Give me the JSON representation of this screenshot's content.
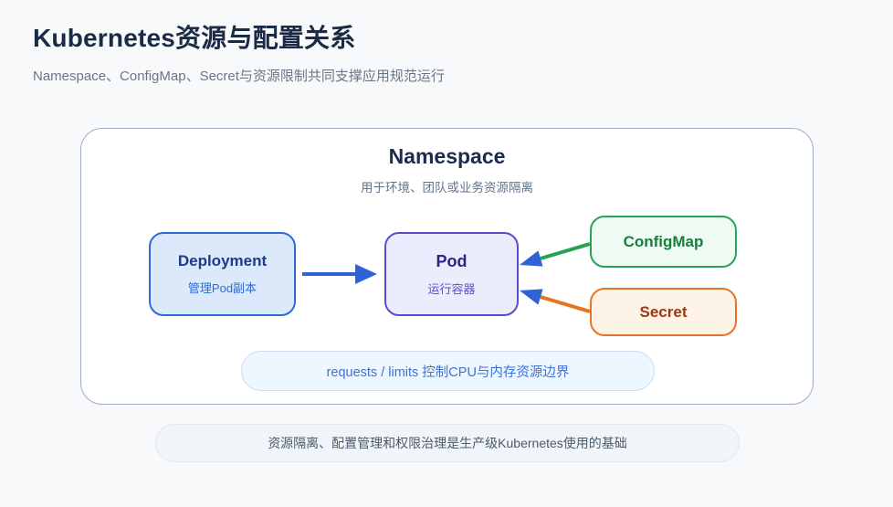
{
  "header": {
    "title": "Kubernetes资源与配置关系",
    "subtitle": "Namespace、ConfigMap、Secret与资源限制共同支撑应用规范运行"
  },
  "namespace": {
    "title": "Namespace",
    "subtitle": "用于环境、团队或业务资源隔离",
    "limits_note": "requests / limits 控制CPU与内存资源边界"
  },
  "nodes": {
    "deployment": {
      "title": "Deployment",
      "subtitle": "管理Pod副本"
    },
    "pod": {
      "title": "Pod",
      "subtitle": "运行容器"
    },
    "configmap": {
      "title": "ConfigMap"
    },
    "secret": {
      "title": "Secret"
    }
  },
  "colors": {
    "deployment_arrow": "#2e63d8",
    "configmap_arrow": "#22a355",
    "secret_arrow": "#e9731d",
    "arrowhead": "#2e63d8"
  },
  "footer": {
    "note": "资源隔离、配置管理和权限治理是生产级Kubernetes使用的基础"
  }
}
